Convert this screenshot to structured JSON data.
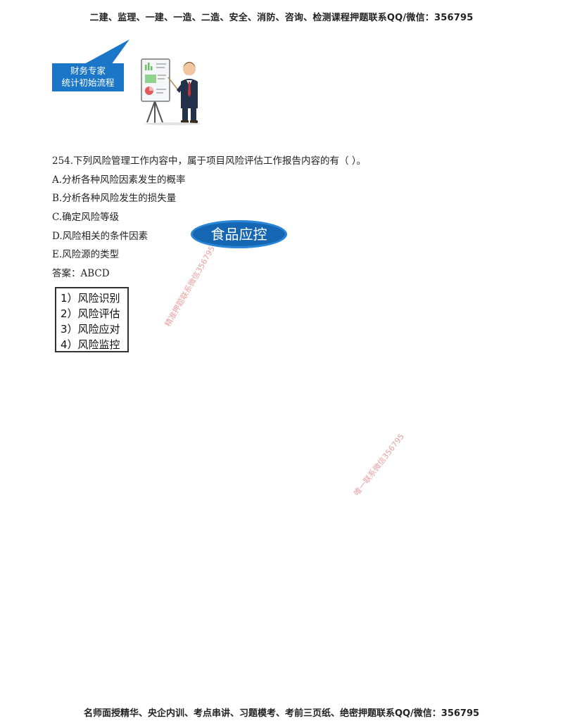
{
  "header": {
    "text": "二建、监理、一建、一造、二造、安全、消防、咨询、检测课程押题联系QQ/微信：356795"
  },
  "callout": {
    "line1": "财务专家",
    "line2": "统计初始流程",
    "color": "#1b76c7"
  },
  "question": {
    "stem": "254.下列风险管理工作内容中，属于项目风险评估工作报告内容的有（    ）。",
    "options": [
      "A.分析各种风险因素发生的概率",
      "B.分析各种风险发生的损失量",
      "C.确定风险等级",
      "D.风险相关的条件因素",
      "E.风险源的类型"
    ],
    "answer": "答案：ABCD"
  },
  "oval_label": {
    "text": "食品应控",
    "color": "#1567b4"
  },
  "steps": [
    "1）风险识别",
    "2）风险评估",
    "3）风险应对",
    "4）风险监控"
  ],
  "watermarks": [
    "精准押题联系微信356795",
    "唯一联系微信356795"
  ],
  "footer": {
    "text": "名师面授精华、央企内训、考点串讲、习题模考、考前三页纸、绝密押题联系QQ/微信：356795"
  }
}
